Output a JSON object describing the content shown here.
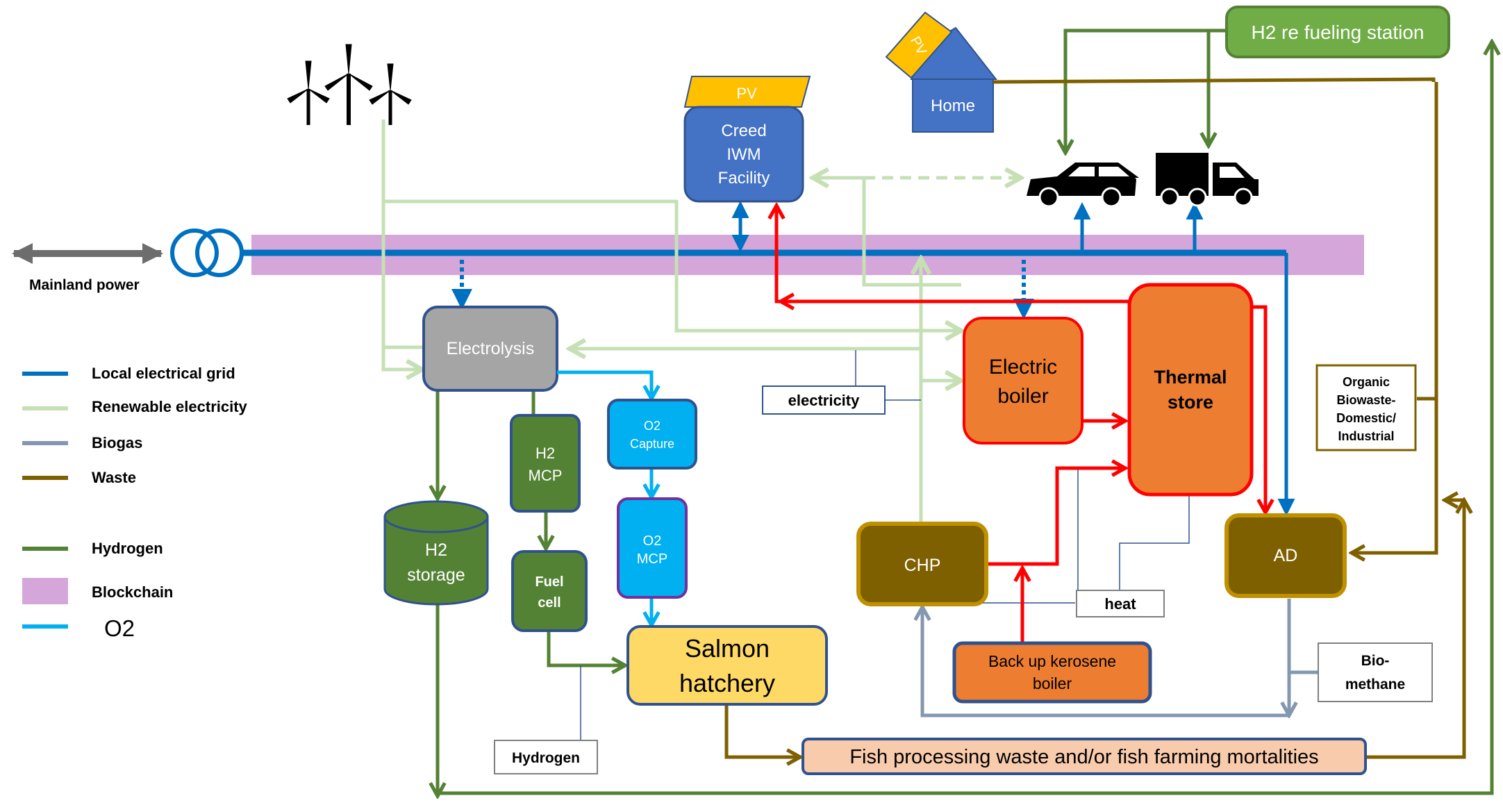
{
  "labels": {
    "mainland_power": "Mainland power",
    "pv_top": "PV",
    "creed_line1": "Creed",
    "creed_line2": "IWM",
    "creed_line3": "Facility",
    "home_pv": "PV",
    "home": "Home",
    "h2_refueling": "H2 re fueling station",
    "electrolysis": "Electrolysis",
    "h2_mcp_line1": "H2",
    "h2_mcp_line2": "MCP",
    "o2_capture_line1": "O2",
    "o2_capture_line2": "Capture",
    "o2_mcp_line1": "O2",
    "o2_mcp_line2": "MCP",
    "h2_storage_line1": "H2",
    "h2_storage_line2": "storage",
    "fuel_cell_line1": "Fuel",
    "fuel_cell_line2": "cell",
    "salmon_line1": "Salmon",
    "salmon_line2": "hatchery",
    "electricity": "electricity",
    "electric_boiler_line1": "Electric",
    "electric_boiler_line2": "boiler",
    "thermal_store_line1": "Thermal",
    "thermal_store_line2": "store",
    "chp": "CHP",
    "heat": "heat",
    "backup_line1": "Back up kerosene",
    "backup_line2": "boiler",
    "ad": "AD",
    "organic_line1": "Organic",
    "organic_line2": "Biowaste-",
    "organic_line3": "Domestic/",
    "organic_line4": "Industrial",
    "biomethane_line1": "Bio-",
    "biomethane_line2": "methane",
    "hydrogen_label": "Hydrogen",
    "fish_waste": "Fish processing waste and/or fish farming mortalities"
  },
  "legend": [
    {
      "label": "Local electrical grid",
      "color": "#0070c0"
    },
    {
      "label": "Renewable electricity",
      "color": "#c5e0b4"
    },
    {
      "label": "Biogas",
      "color": "#8497b0"
    },
    {
      "label": "Waste",
      "color": "#7f6000"
    },
    {
      "label": "Hydrogen",
      "color": "#548235"
    },
    {
      "label": "Blockchain",
      "color": "#d5a6da"
    },
    {
      "label": "O2",
      "color": "#00b0f0"
    }
  ],
  "icons": [
    "wind-turbines-icon",
    "car-icon",
    "truck-icon"
  ]
}
